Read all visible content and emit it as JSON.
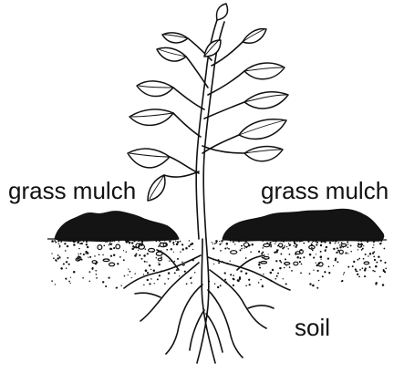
{
  "diagram": {
    "labels": {
      "mulch_left": "grass mulch",
      "mulch_right": "grass mulch",
      "soil": "soil"
    },
    "colors": {
      "ink": "#111111",
      "mulch": "#141414",
      "background": "#ffffff"
    }
  }
}
